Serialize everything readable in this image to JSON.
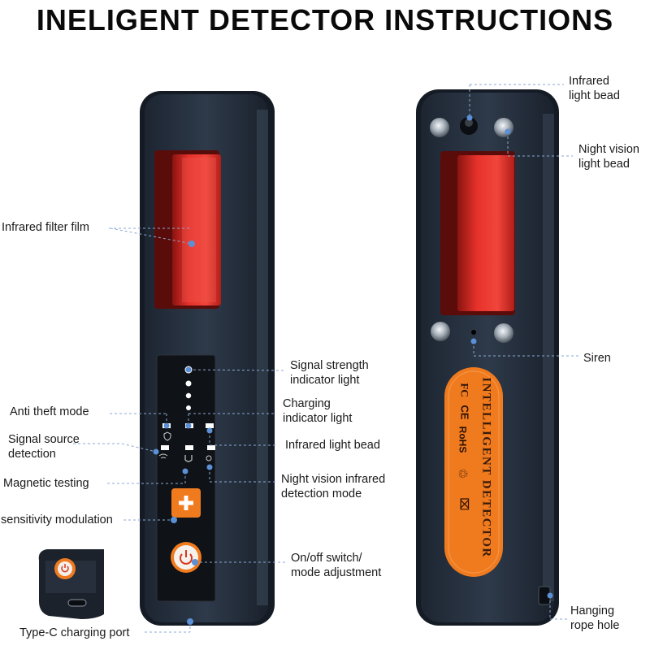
{
  "title": "INELIGENT DETECTOR INSTRUCTIONS",
  "device_brand_text": "INTELLIGENT DETECTOR",
  "cert_marks": [
    "FC",
    "CE",
    "RoHS"
  ],
  "callouts": {
    "infrared_filter_film": "Infrared filter film",
    "signal_strength": "Signal strength\nindicator light",
    "anti_theft": "Anti theft mode",
    "charging_indicator": "Charging\nindicator light",
    "signal_source": "Signal source\ndetection",
    "infrared_bead_front": "Infrared light bead",
    "magnetic_testing": "Magnetic testing",
    "night_vision_mode": "Night vision infrared\ndetection mode",
    "sensitivity": "sensitivity modulation",
    "onoff": "On/off switch/\nmode adjustment",
    "typec": "Type-C charging port",
    "infrared_bead_back": "Infrared\nlight bead",
    "night_vision_bead": "Night vision\nlight bead",
    "siren": "Siren",
    "rope_hole": "Hanging\nrope hole"
  },
  "colors": {
    "body": "#2a3442",
    "filter": "#e8322c",
    "orange": "#f07b1f",
    "callout_dot": "#5b8fd6"
  },
  "icons": [
    "plus-icon",
    "power-icon",
    "shield-icon",
    "wifi-icon",
    "magnet-icon",
    "recycle-icon",
    "bin-icon"
  ]
}
